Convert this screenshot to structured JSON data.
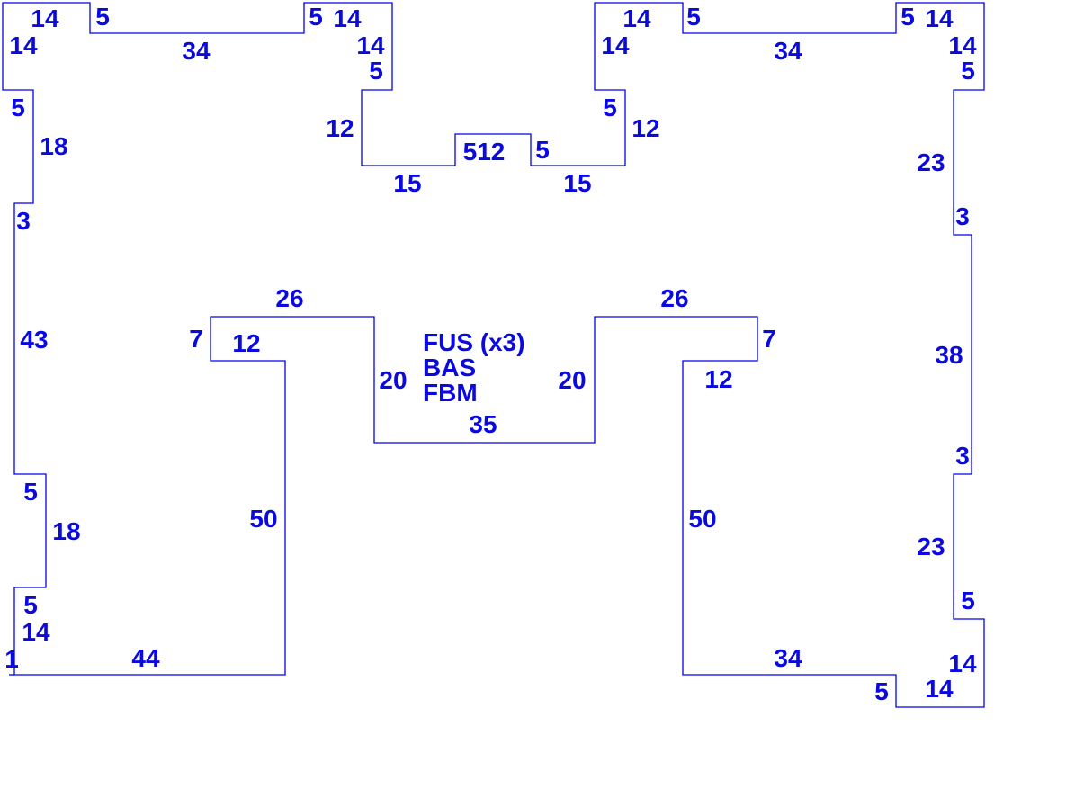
{
  "colors": {
    "line": "#0000ee",
    "text": "#0a0ae0",
    "background": "#ffffff"
  },
  "room_labels": [
    "FUS (x3)",
    "BAS",
    "FBM"
  ],
  "dimensions": [
    "14",
    "5",
    "14",
    "34",
    "5",
    "14",
    "14",
    "5",
    "5",
    "18",
    "12",
    "3",
    "512",
    "5",
    "15",
    "15",
    "14",
    "5",
    "14",
    "34",
    "5",
    "14",
    "14",
    "5",
    "5",
    "12",
    "23",
    "3",
    "26",
    "26",
    "7",
    "12",
    "7",
    "43",
    "38",
    "20",
    "20",
    "12",
    "35",
    "3",
    "5",
    "18",
    "23",
    "50",
    "50",
    "5",
    "5",
    "14",
    "1",
    "44",
    "34",
    "14",
    "5",
    "14"
  ]
}
